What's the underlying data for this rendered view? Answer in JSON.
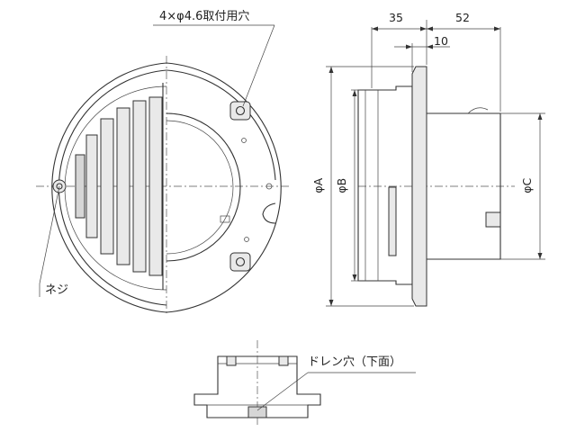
{
  "labels": {
    "hole_note": "4×φ4.6取付用穴",
    "screw": "ネジ",
    "drain": "ドレン穴（下面）",
    "dim_depth_1": "35",
    "dim_depth_2": "52",
    "dim_flange": "10",
    "dia_a": "φA",
    "dia_b": "φB",
    "dia_c": "φC"
  }
}
